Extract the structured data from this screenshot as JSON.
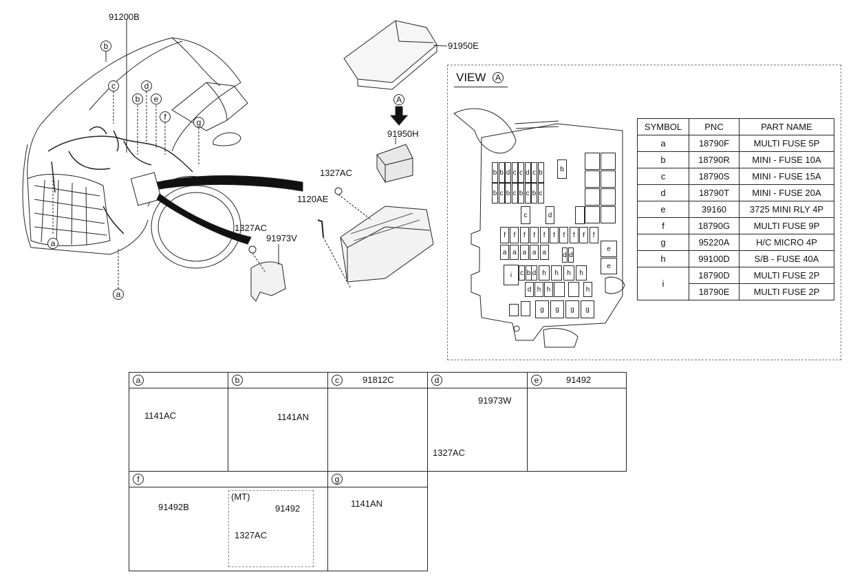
{
  "callouts": {
    "harness": "91200B",
    "cover": "91950E",
    "fuse_block": "91950H",
    "nut_top": "1327AC",
    "bolt_top": "1120AE",
    "nut_side": "1327AC",
    "bracket": "91973V",
    "view_marker": "A"
  },
  "car_letters": [
    "b",
    "c",
    "d",
    "e",
    "b",
    "f",
    "g",
    "a",
    "a"
  ],
  "view": {
    "title": "VIEW",
    "marker": "A"
  },
  "parts_table": {
    "headers": [
      "SYMBOL",
      "PNC",
      "PART NAME"
    ],
    "rows": [
      {
        "symbol": "a",
        "pnc": "18790F",
        "name": "MULTI FUSE 5P"
      },
      {
        "symbol": "b",
        "pnc": "18790R",
        "name": "MINI - FUSE 10A"
      },
      {
        "symbol": "c",
        "pnc": "18790S",
        "name": "MINI - FUSE 15A"
      },
      {
        "symbol": "d",
        "pnc": "18790T",
        "name": "MINI - FUSE 20A"
      },
      {
        "symbol": "e",
        "pnc": "39160",
        "name": "3725 MINI RLY 4P"
      },
      {
        "symbol": "f",
        "pnc": "18790G",
        "name": "MULTI FUSE 9P"
      },
      {
        "symbol": "g",
        "pnc": "95220A",
        "name": "H/C MICRO 4P"
      },
      {
        "symbol": "h",
        "pnc": "99100D",
        "name": "S/B - FUSE 40A"
      },
      {
        "symbol": "i",
        "pnc": "18790D",
        "name": "MULTI FUSE 2P"
      },
      {
        "symbol": "",
        "pnc": "18790E",
        "name": "MULTI FUSE 2P"
      }
    ]
  },
  "fuse_letters": {
    "row1": [
      "b",
      "b",
      "d",
      "c",
      "c",
      "d",
      "c",
      "b"
    ],
    "row1b": "b",
    "row2": [
      "b",
      "c",
      "b",
      "c",
      "b",
      "c",
      "b",
      "c"
    ],
    "c_single": "c",
    "d_single": "d",
    "row_f": [
      "f",
      "f",
      "f",
      "f",
      "f",
      "f",
      "f",
      "f",
      "f",
      "f"
    ],
    "row_a": [
      "a",
      "a",
      "a",
      "a",
      "a"
    ],
    "dd": [
      "d",
      "d"
    ],
    "e": [
      "e",
      "e"
    ],
    "i": "i",
    "row_h1": [
      "c",
      "b",
      "d",
      "h",
      "h",
      "h",
      "h"
    ],
    "row_h2": [
      "d",
      "h",
      "h",
      "h"
    ],
    "row_g": [
      "g",
      "g",
      "g",
      "g"
    ]
  },
  "detail_cells": [
    {
      "code": "a",
      "title": "",
      "parts": [
        "1141AC"
      ]
    },
    {
      "code": "b",
      "title": "",
      "parts": [
        "1141AN"
      ]
    },
    {
      "code": "c",
      "title": "91812C",
      "parts": []
    },
    {
      "code": "d",
      "title": "",
      "parts": [
        "91973W",
        "1327AC"
      ]
    },
    {
      "code": "e",
      "title": "91492",
      "parts": []
    },
    {
      "code": "f",
      "title": "",
      "parts": [
        "91492B",
        "(MT)",
        "91492",
        "1327AC"
      ]
    },
    {
      "code": "g",
      "title": "",
      "parts": [
        "1141AN"
      ]
    }
  ]
}
